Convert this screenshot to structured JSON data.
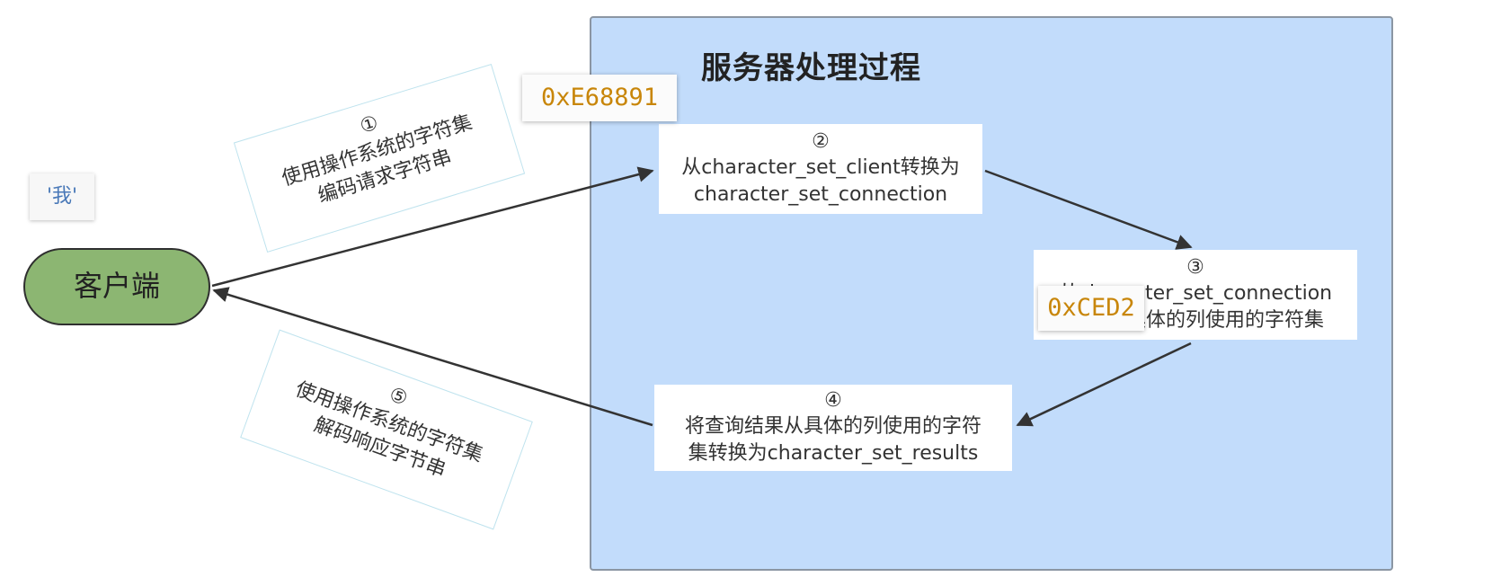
{
  "diagram": {
    "server_title": "服务器处理过程",
    "client_label": "客户端",
    "char_badge": "'我'",
    "hex_codes": {
      "utf8": "0xE68891",
      "gbk": "0xCED2"
    },
    "steps": {
      "step1": {
        "num": "①",
        "lines": [
          "使用操作系统的字符集",
          "编码请求字符串"
        ]
      },
      "step2": {
        "num": "②",
        "lines": [
          "从character_set_client转换为",
          "character_set_connection"
        ]
      },
      "step3": {
        "num": "③",
        "lines": [
          "从character_set_connection",
          "转换为具体的列使用的字符集"
        ]
      },
      "step4": {
        "num": "④",
        "lines": [
          "将查询结果从具体的列使用的字符",
          "集转换为character_set_results"
        ]
      },
      "step5": {
        "num": "⑤",
        "lines": [
          "使用操作系统的字符集",
          "解码响应字节串"
        ]
      }
    },
    "colors": {
      "server_bg": "#c2dcfb",
      "client_fill": "#8cb672",
      "hex_text": "#c8860a",
      "label_border": "#bfe3ee"
    }
  }
}
